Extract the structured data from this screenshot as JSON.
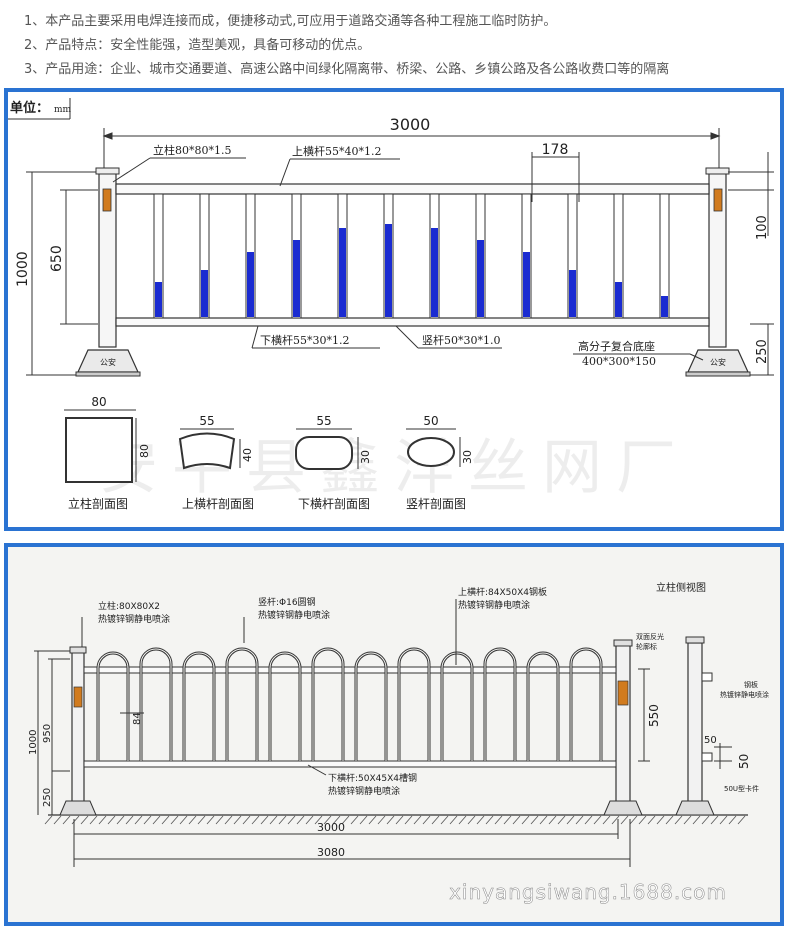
{
  "intro": {
    "lines": [
      "1、本产品主要采用电焊连接而成，便捷移动式,可应用于道路交通等各种工程施工临时防护。",
      "2、产品特点：安全性能强，造型美观，具备可移动的优点。",
      "3、产品用途：企业、城市交通要道、高速公路中间绿化隔离带、桥梁、公路、乡镇公路及各公路收费口等的隔离"
    ]
  },
  "drawing1": {
    "unit_label": "单位：",
    "unit_value": "mm",
    "dimensions": {
      "total_width": "3000",
      "height": "1000",
      "inner_height": "650",
      "picket_spacing": "178",
      "top_offset": "100",
      "base_height": "250"
    },
    "labels": {
      "post": "立柱80*80*1.5",
      "top_rail": "上横杆55*40*1.2",
      "bottom_rail": "下横杆55*30*1.2",
      "picket": "竖杆50*30*1.0",
      "base": "高分子复合底座",
      "base_size": "400*300*150",
      "base_mark": "公安"
    },
    "sections": [
      {
        "name": "立柱剖面图",
        "w": "80",
        "h": "80"
      },
      {
        "name": "上横杆剖面图",
        "w": "55",
        "h": "40"
      },
      {
        "name": "下横杆剖面图",
        "w": "55",
        "h": "30"
      },
      {
        "name": "竖杆剖面图",
        "w": "50",
        "h": "30"
      }
    ],
    "watermark": "安平县鑫洋丝网厂",
    "picket_color": "#1a2bd1"
  },
  "drawing2": {
    "side_view_title": "立柱侧视图",
    "labels": {
      "post_spec": "立柱:80X80X2",
      "post_finish": "热镀锌钢静电喷涂",
      "picket_spec": "竖杆:Φ16圆钢",
      "picket_finish": "热镀锌钢静电喷涂",
      "top_rail_spec": "上横杆:84X50X4钢板",
      "top_rail_finish": "热镀锌钢静电喷涂",
      "bottom_rail_spec": "下横杆:50X45X4槽钢",
      "bottom_rail_finish": "热镀锌钢静电喷涂",
      "reflector_1": "双面反光",
      "reflector_2": "轮廓标",
      "plate_1": "钢板",
      "plate_2": "热镀锌静电喷涂",
      "clamp": "50U型卡件"
    },
    "dimensions": {
      "height_total": "1000",
      "height_post": "950",
      "base": "250",
      "gap": "84",
      "mid": "550",
      "clamp_a": "50",
      "clamp_b": "50",
      "span_inner": "3000",
      "span_outer": "3080"
    },
    "watermark": "xinyangsiwang.1688.com"
  }
}
